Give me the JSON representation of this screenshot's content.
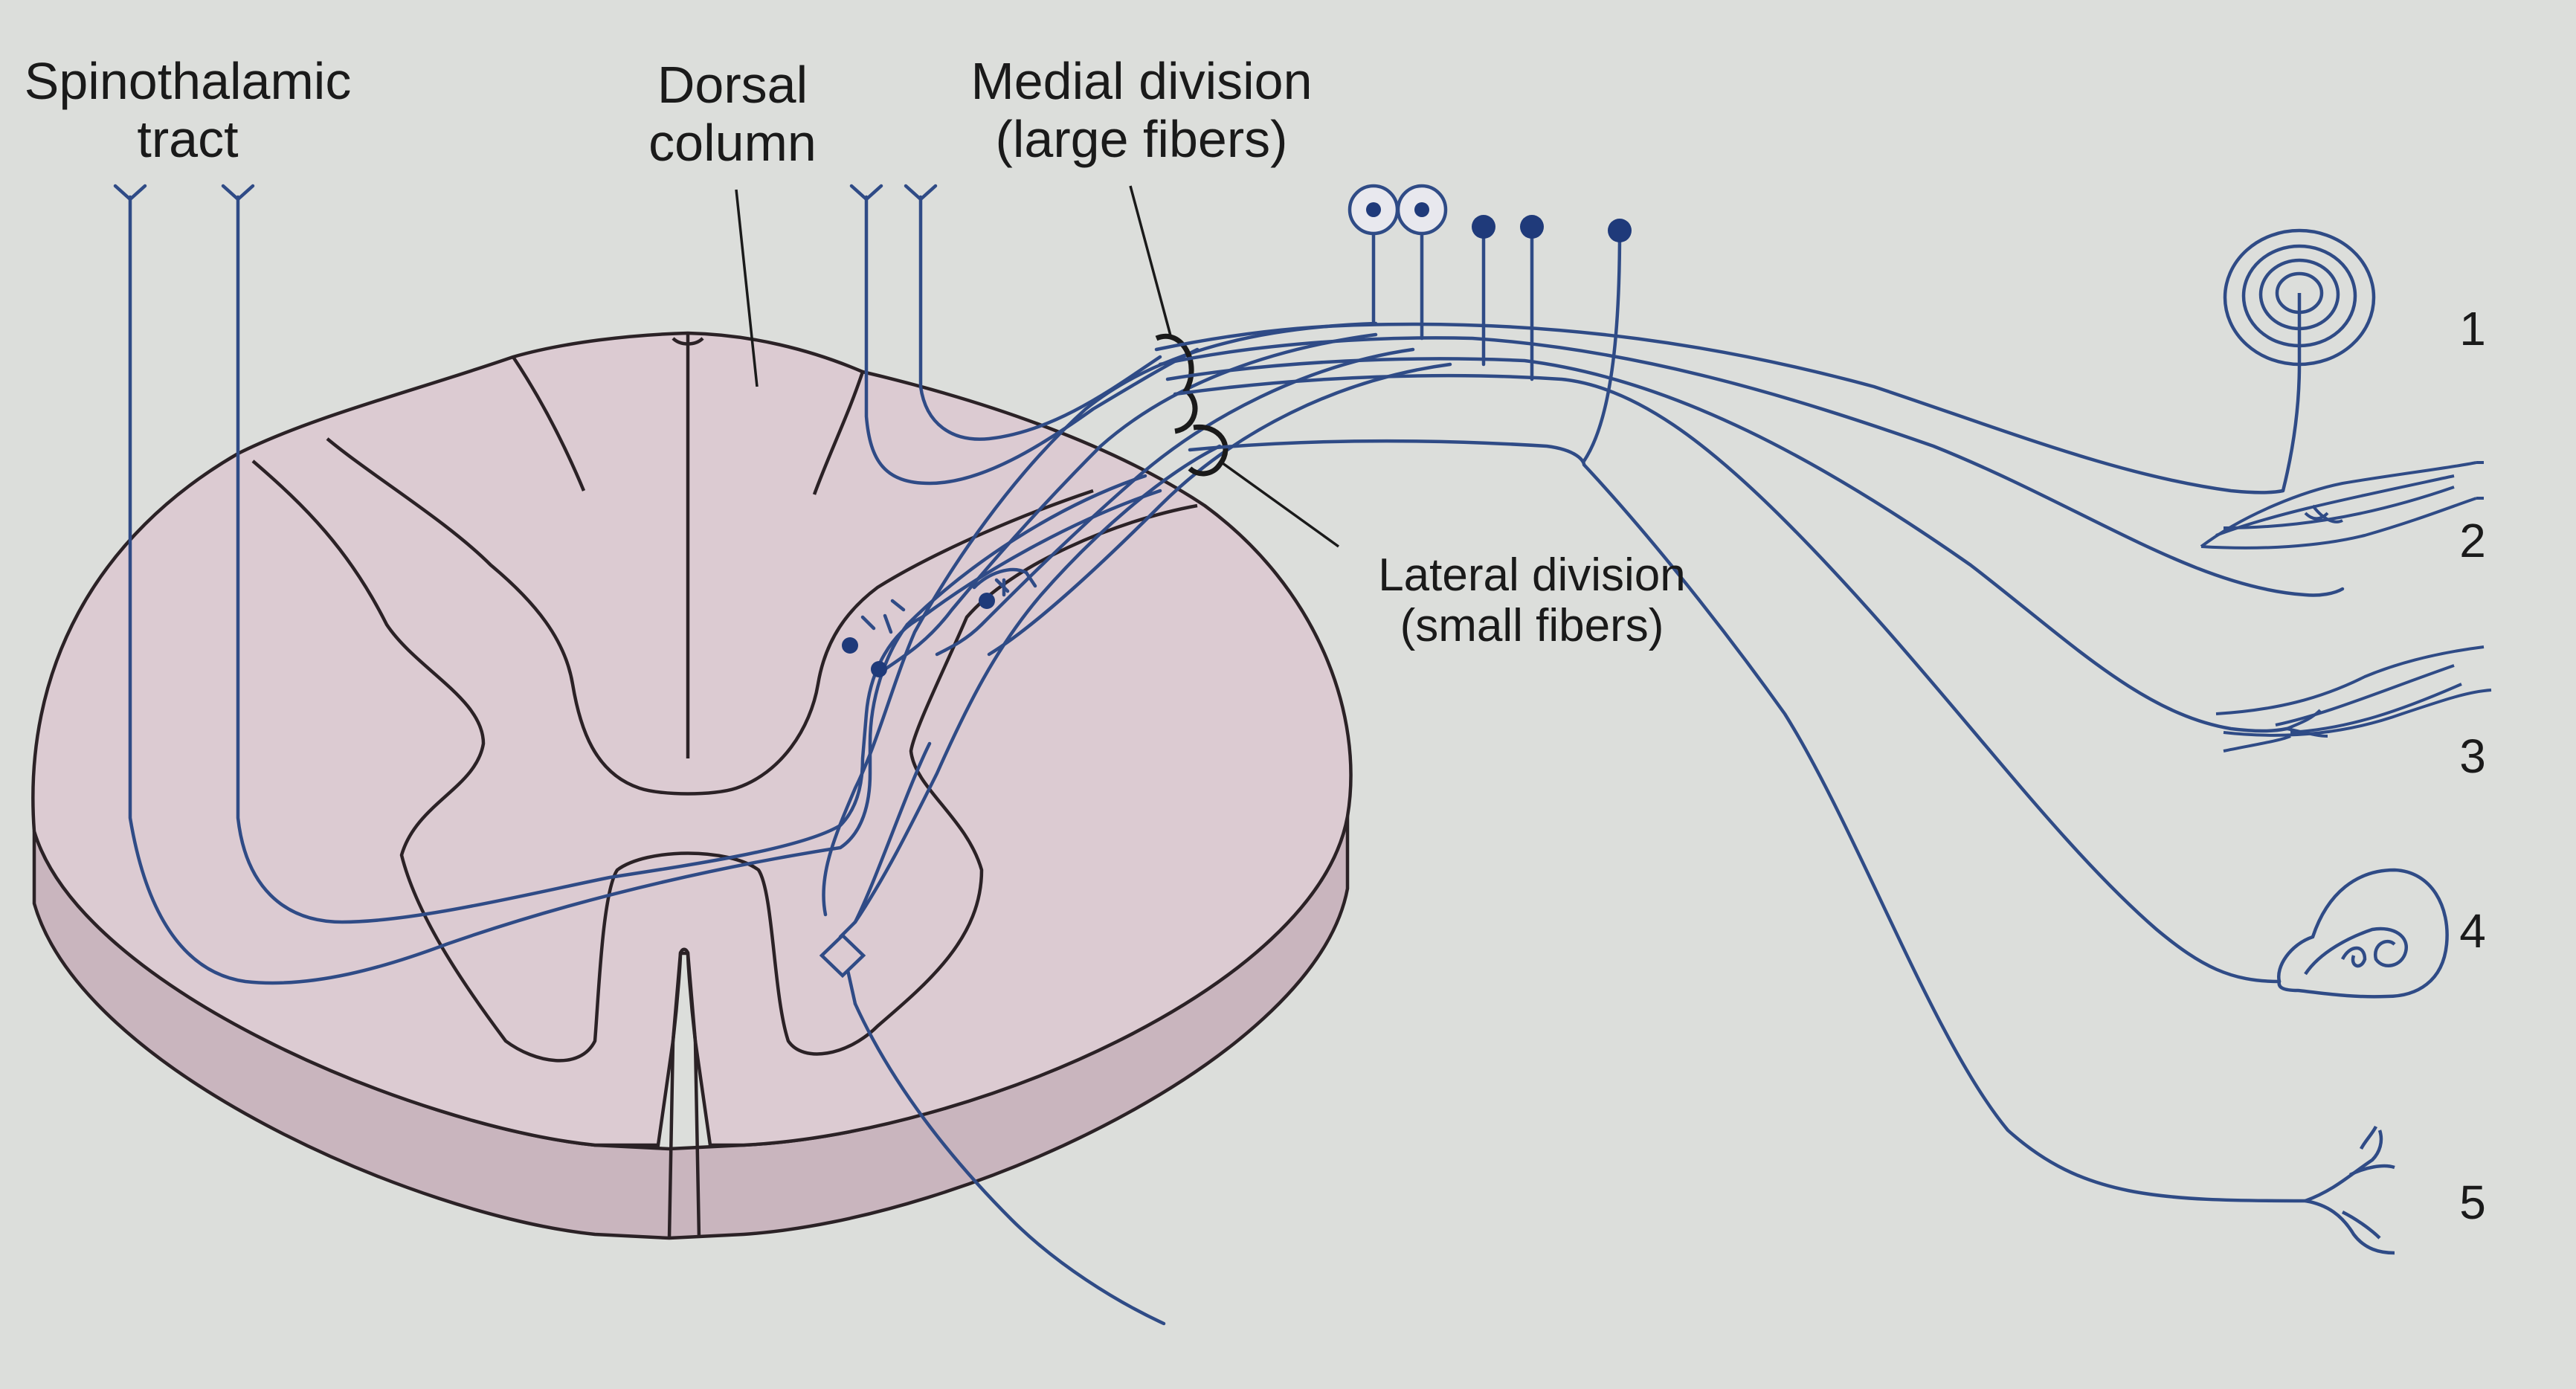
{
  "labels": {
    "spinothalamic": [
      "Spinothalamic",
      "tract"
    ],
    "dorsal": [
      "Dorsal",
      "column"
    ],
    "medial": [
      "Medial division",
      "(large fibers)"
    ],
    "lateral": [
      "Lateral division",
      "(small fibers)"
    ]
  },
  "receptor_numbers": [
    "1",
    "2",
    "3",
    "4",
    "5"
  ],
  "colors": {
    "background": "#dcdedb",
    "cord_fill": "#dccbd2",
    "cord_outline": "#2b2226",
    "fiber": "#2f4b86",
    "soma": "#1f3a7a"
  },
  "icons": [
    "pacinian-corpuscle-icon",
    "muscle-spindle-icon",
    "golgi-tendon-organ-icon",
    "meissner-corpuscle-icon",
    "free-nerve-ending-icon"
  ]
}
